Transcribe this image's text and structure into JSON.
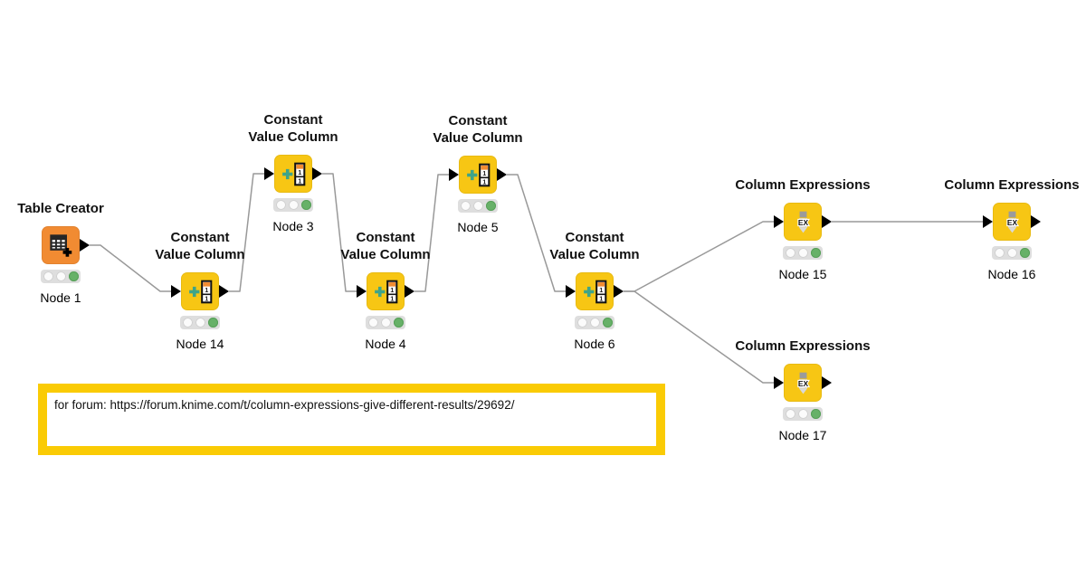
{
  "workflow": {
    "nodes": [
      {
        "id": "node1",
        "type": "table-creator",
        "title": "Table Creator",
        "label": "Node 1",
        "status": "executed"
      },
      {
        "id": "node14",
        "type": "constant-value-column",
        "title": "Constant\nValue Column",
        "label": "Node 14",
        "status": "executed"
      },
      {
        "id": "node3",
        "type": "constant-value-column",
        "title": "Constant\nValue Column",
        "label": "Node 3",
        "status": "executed"
      },
      {
        "id": "node4",
        "type": "constant-value-column",
        "title": "Constant\nValue Column",
        "label": "Node 4",
        "status": "executed"
      },
      {
        "id": "node5",
        "type": "constant-value-column",
        "title": "Constant\nValue Column",
        "label": "Node 5",
        "status": "executed"
      },
      {
        "id": "node6",
        "type": "constant-value-column",
        "title": "Constant\nValue Column",
        "label": "Node 6",
        "status": "executed"
      },
      {
        "id": "node15",
        "type": "column-expressions",
        "title": "Column Expressions",
        "label": "Node 15",
        "status": "executed"
      },
      {
        "id": "node16",
        "type": "column-expressions",
        "title": "Column Expressions",
        "label": "Node 16",
        "status": "executed"
      },
      {
        "id": "node17",
        "type": "column-expressions",
        "title": "Column Expressions",
        "label": "Node 17",
        "status": "executed"
      }
    ],
    "connections": [
      {
        "from": "node1",
        "to": "node14"
      },
      {
        "from": "node14",
        "to": "node3"
      },
      {
        "from": "node3",
        "to": "node4"
      },
      {
        "from": "node4",
        "to": "node5"
      },
      {
        "from": "node5",
        "to": "node6"
      },
      {
        "from": "node6",
        "to": "node15"
      },
      {
        "from": "node6",
        "to": "node17"
      },
      {
        "from": "node15",
        "to": "node16"
      }
    ],
    "annotation": {
      "text": "for forum: https://forum.knime.com/t/column-expressions-give-different-results/29692/"
    },
    "colors": {
      "node_yellow": "#F7C614",
      "node_orange": "#F18B32",
      "status_green": "#67B168",
      "annotation_yellow": "#FACB05",
      "connection_gray": "#999999",
      "port_black": "#000000"
    },
    "icons": [
      "table-creator-icon",
      "constant-value-column-icon",
      "column-expressions-icon"
    ]
  }
}
